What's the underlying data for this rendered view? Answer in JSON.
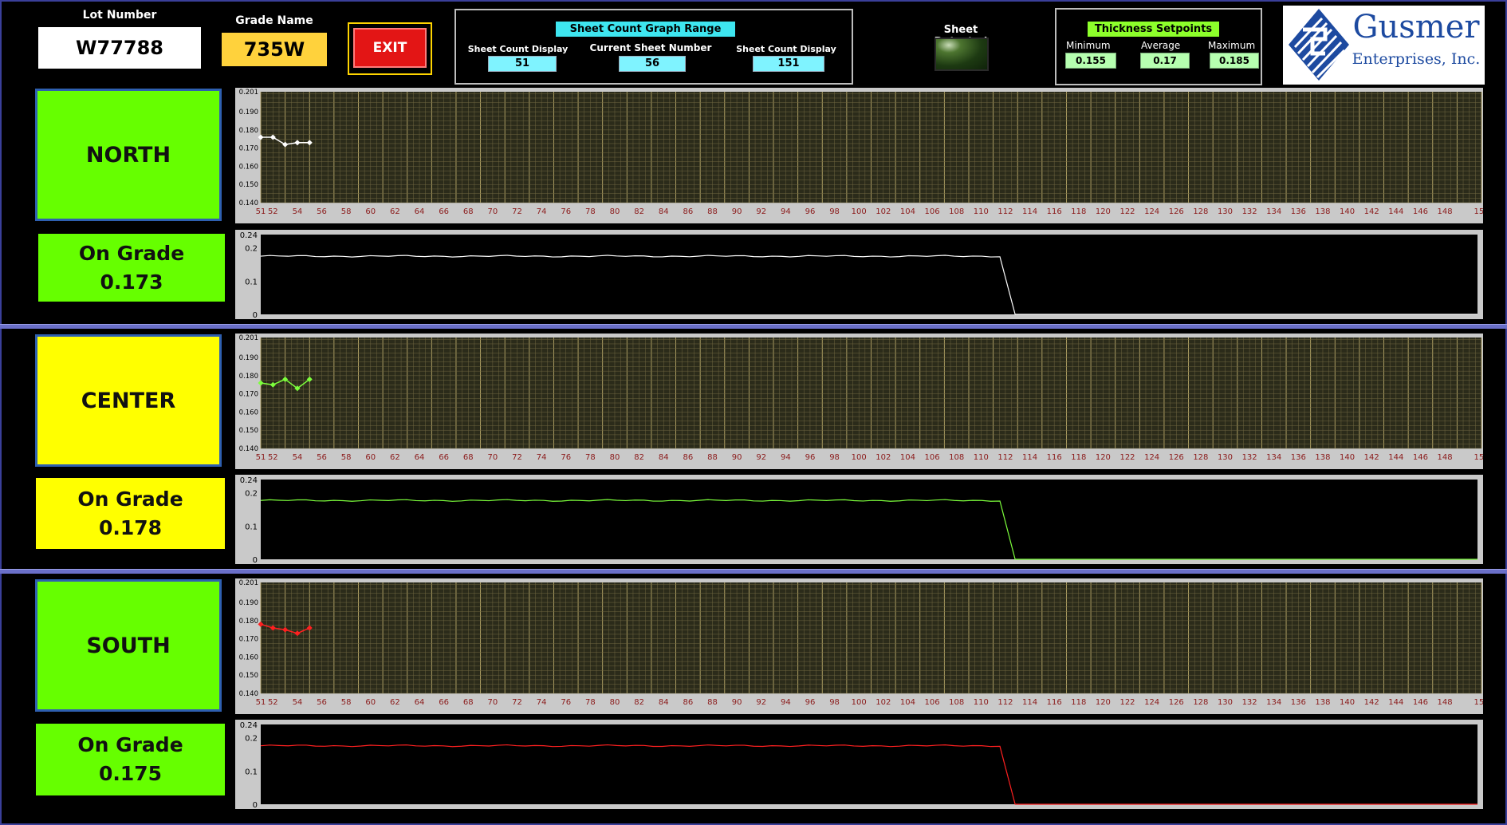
{
  "header": {
    "lot_number_label": "Lot Number",
    "lot_number": "W77788",
    "grade_name_label": "Grade Name",
    "grade_name": "735W",
    "exit_label": "EXIT",
    "range_title": "Sheet Count Graph Range",
    "display_min_label": "Sheet Count Display Min",
    "display_min": "51",
    "current_sheet_label": "Current Sheet Number",
    "current_sheet": "56",
    "display_max_label": "Sheet Count Display Max",
    "display_max": "151",
    "sheet_detected_label": "Sheet Detected",
    "setpoints_title": "Thickness Setpoints",
    "minimum_label": "Minimum",
    "minimum": "0.155",
    "average_label": "Average",
    "average": "0.17",
    "maximum_label": "Maximum",
    "maximum": "0.185",
    "logo_line1": "Gusmer",
    "logo_line2": "Enterprises, Inc."
  },
  "colors": {
    "on_grade_green": "#66ff00",
    "warning_yellow": "#ffff00",
    "exit_red": "#e31515",
    "cyan": "#3ee6f0",
    "north_trace": "#ffffff",
    "center_trace": "#7dff3c",
    "south_trace": "#ff2020"
  },
  "sections": [
    {
      "zone": "NORTH",
      "status": "On Grade",
      "value": "0.173",
      "zone_color": "#66ff00",
      "trace": "#ffffff"
    },
    {
      "zone": "CENTER",
      "status": "On Grade",
      "value": "0.178",
      "zone_color": "#ffff00",
      "trace": "#7dff3c"
    },
    {
      "zone": "SOUTH",
      "status": "On Grade",
      "value": "0.175",
      "zone_color": "#66ff00",
      "trace": "#ff2020"
    }
  ],
  "chart_data": [
    {
      "type": "scatter",
      "title": "",
      "x": [
        51,
        52,
        53,
        54,
        55
      ],
      "y": [
        0.176,
        0.176,
        0.172,
        0.173,
        0.173
      ],
      "xlim": [
        51,
        151
      ],
      "ylim": [
        0.14,
        0.201
      ],
      "yticks": [
        "0.201",
        "0.190",
        "0.180",
        "0.170",
        "0.160",
        "0.150",
        "0.140"
      ],
      "grid": true
    },
    {
      "type": "line",
      "title": "",
      "x": [
        51,
        112,
        113,
        151
      ],
      "y": [
        0.175,
        0.175,
        0,
        0
      ],
      "ylim": [
        0,
        0.24
      ],
      "yticks": [
        "0.24",
        "0.2",
        "0.1",
        "0"
      ]
    },
    {
      "type": "scatter",
      "title": "",
      "x": [
        51,
        52,
        53,
        54,
        55
      ],
      "y": [
        0.176,
        0.175,
        0.178,
        0.173,
        0.178
      ],
      "xlim": [
        51,
        151
      ],
      "ylim": [
        0.14,
        0.201
      ],
      "yticks": [
        "0.201",
        "0.190",
        "0.180",
        "0.170",
        "0.160",
        "0.150",
        "0.140"
      ],
      "grid": true
    },
    {
      "type": "line",
      "title": "",
      "x": [
        51,
        112,
        113,
        151
      ],
      "y": [
        0.177,
        0.177,
        0,
        0
      ],
      "ylim": [
        0,
        0.24
      ],
      "yticks": [
        "0.24",
        "0.2",
        "0.1",
        "0"
      ]
    },
    {
      "type": "scatter",
      "title": "",
      "x": [
        51,
        52,
        53,
        54,
        55
      ],
      "y": [
        0.178,
        0.176,
        0.175,
        0.173,
        0.176
      ],
      "xlim": [
        51,
        151
      ],
      "ylim": [
        0.14,
        0.201
      ],
      "yticks": [
        "0.201",
        "0.190",
        "0.180",
        "0.170",
        "0.160",
        "0.150",
        "0.140"
      ],
      "grid": true
    },
    {
      "type": "line",
      "title": "",
      "x": [
        51,
        112,
        113,
        151
      ],
      "y": [
        0.176,
        0.176,
        0,
        0
      ],
      "ylim": [
        0,
        0.24
      ],
      "yticks": [
        "0.24",
        "0.2",
        "0.1",
        "0"
      ]
    }
  ]
}
